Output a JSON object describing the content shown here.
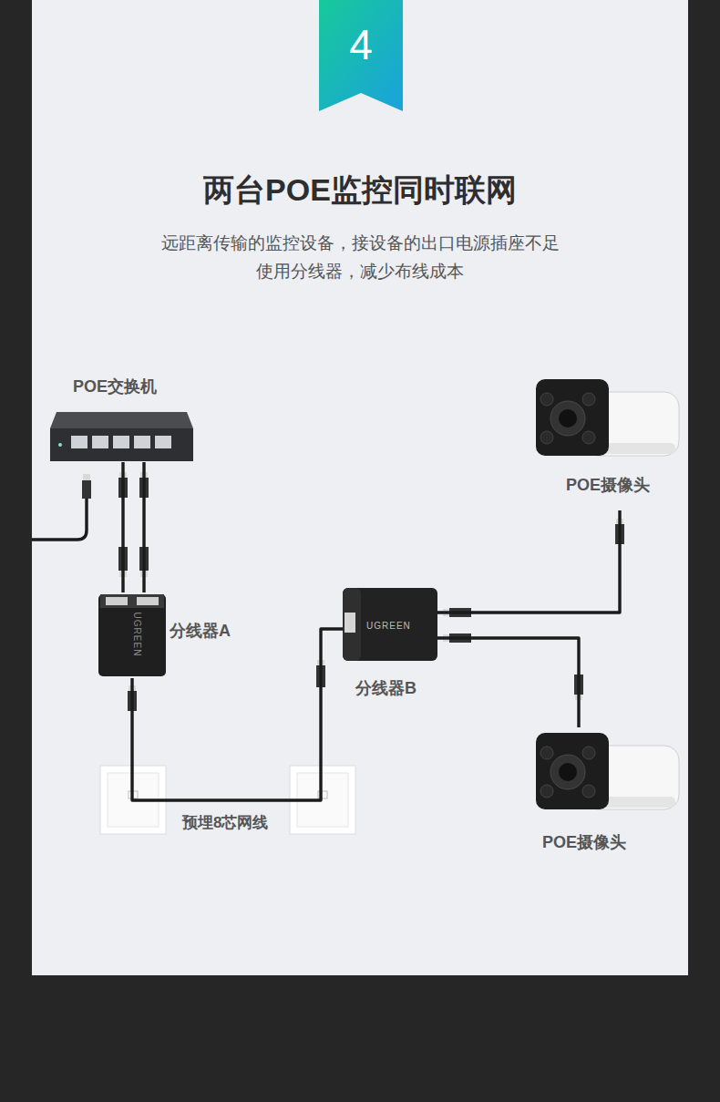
{
  "diagram": {
    "title": "两台POE监控同时联网",
    "nodes": [
      {
        "text": [
          "POE交换机"
        ]
      },
      {
        "text": [
          "分线器A"
        ]
      },
      {
        "text": [
          "分线器B"
        ]
      },
      {
        "text": [
          "POE摄像头"
        ]
      },
      {
        "text": [
          "POE摄像头"
        ]
      }
    ],
    "edges": [
      {
        "from": 0,
        "to": 1,
        "arrow": "none"
      },
      {
        "from": 0,
        "to": 1,
        "arrow": "none"
      },
      {
        "from": 1,
        "to": 2,
        "label": "预埋8芯网线",
        "arrow": "none"
      },
      {
        "from": 2,
        "to": 3,
        "arrow": "none"
      },
      {
        "from": 2,
        "to": 4,
        "arrow": "none"
      }
    ],
    "labels": [
      "4",
      "远距离传输的监控设备，接设备的出口电源插座不足 使用分线器，减少布线成本",
      "UGREEN",
      "UGREEN"
    ]
  }
}
